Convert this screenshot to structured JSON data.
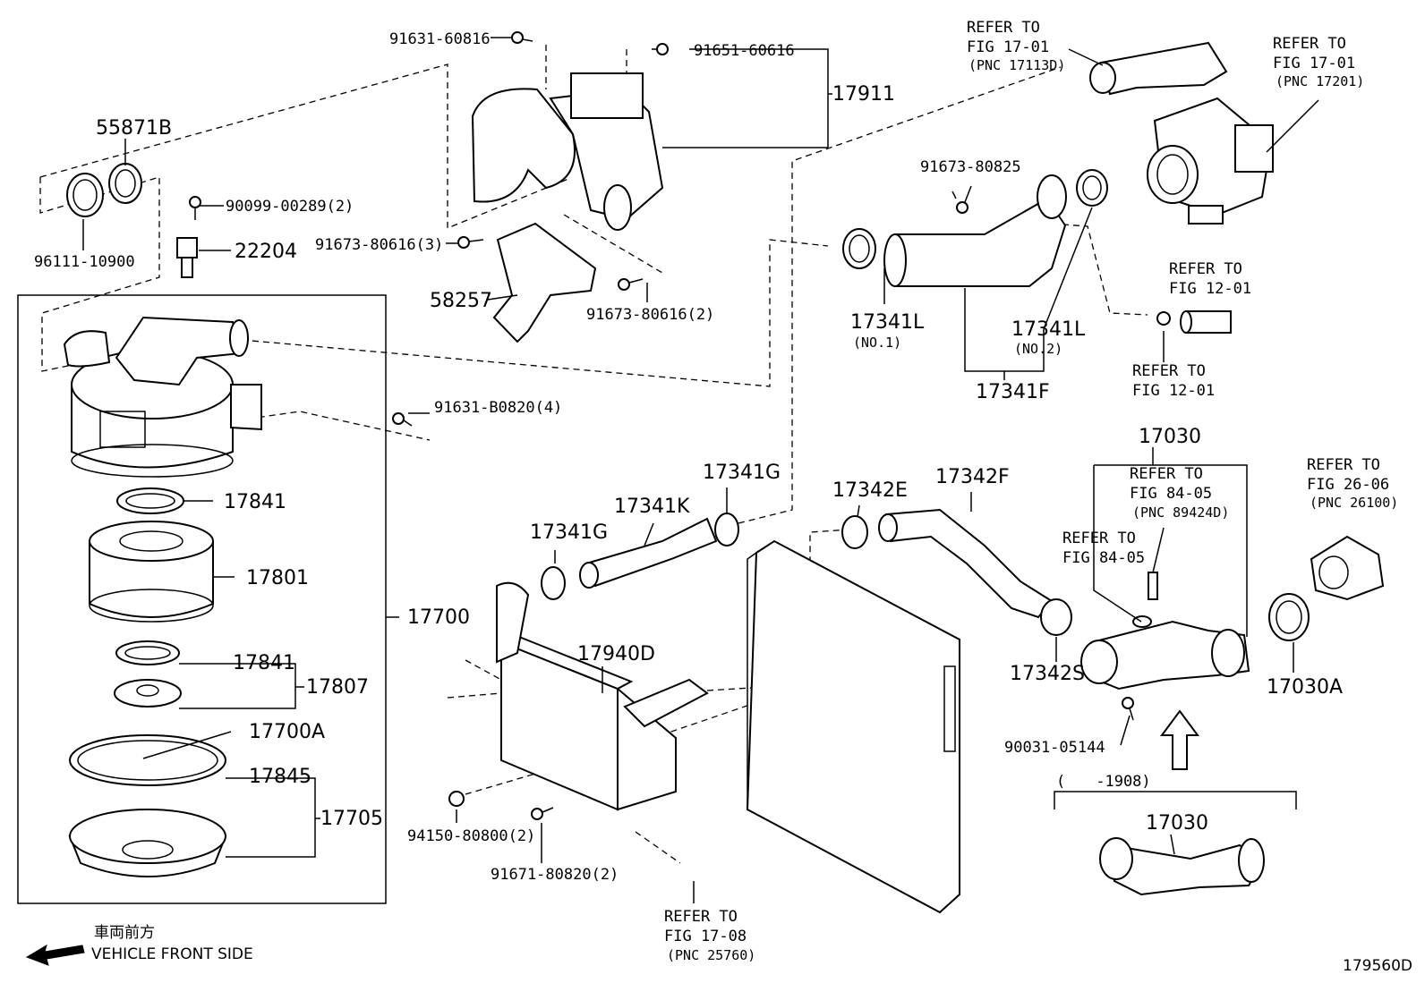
{
  "labels": {
    "p91631_60816": "91631-60816",
    "p91651_60616": "91651-60616",
    "p17911": "17911",
    "p55871B": "55871B",
    "p90099": "90099-00289(2)",
    "p22204": "22204",
    "p96111": "96111-10900",
    "p91673_3": "91673-80616(3)",
    "p58257": "58257",
    "p91673_2": "91673-80616(2)",
    "p91631_B": "91631-B0820(4)",
    "p17841a": "17841",
    "p17801": "17801",
    "p17700": "17700",
    "p17841b": "17841",
    "p17807": "17807",
    "p17700A": "17700A",
    "p17845": "17845",
    "p17705": "17705",
    "p17341G_a": "17341G",
    "p17341K": "17341K",
    "p17341G_b": "17341G",
    "p17940D": "17940D",
    "p94150": "94150-80800(2)",
    "p91671": "91671-80820(2)",
    "p17342E": "17342E",
    "p17342F": "17342F",
    "p17342S": "17342S",
    "p91673_80825": "91673-80825",
    "p17341L_1": "17341L",
    "p17341L_1_sub": "(NO.1)",
    "p17341L_2": "17341L",
    "p17341L_2_sub": "(NO.2)",
    "p17341F": "17341F",
    "p17030_top": "17030",
    "p17030A": "17030A",
    "p90031": "90031-05144",
    "p17030_bot": "17030",
    "range": "(　　-1908)",
    "figure_id": "179560D"
  },
  "refs": {
    "r1701a": [
      "REFER TO",
      "FIG 17-01",
      "(PNC 17113D)"
    ],
    "r1701b": [
      "REFER TO",
      "FIG 17-01",
      "(PNC 17201)"
    ],
    "r1201a": [
      "REFER TO",
      "FIG 12-01"
    ],
    "r1201b": [
      "REFER TO",
      "FIG 12-01"
    ],
    "r8405a": [
      "REFER TO",
      "FIG 84-05",
      "(PNC 89424D)"
    ],
    "r8405b": [
      "REFER TO",
      "FIG 84-05"
    ],
    "r2606": [
      "REFER TO",
      "FIG 26-06",
      "(PNC 26100)"
    ],
    "r1708": [
      "REFER TO",
      "FIG 17-08",
      "(PNC 25760)"
    ]
  },
  "front": {
    "jp": "車両前方",
    "en": "VEHICLE FRONT SIDE"
  }
}
